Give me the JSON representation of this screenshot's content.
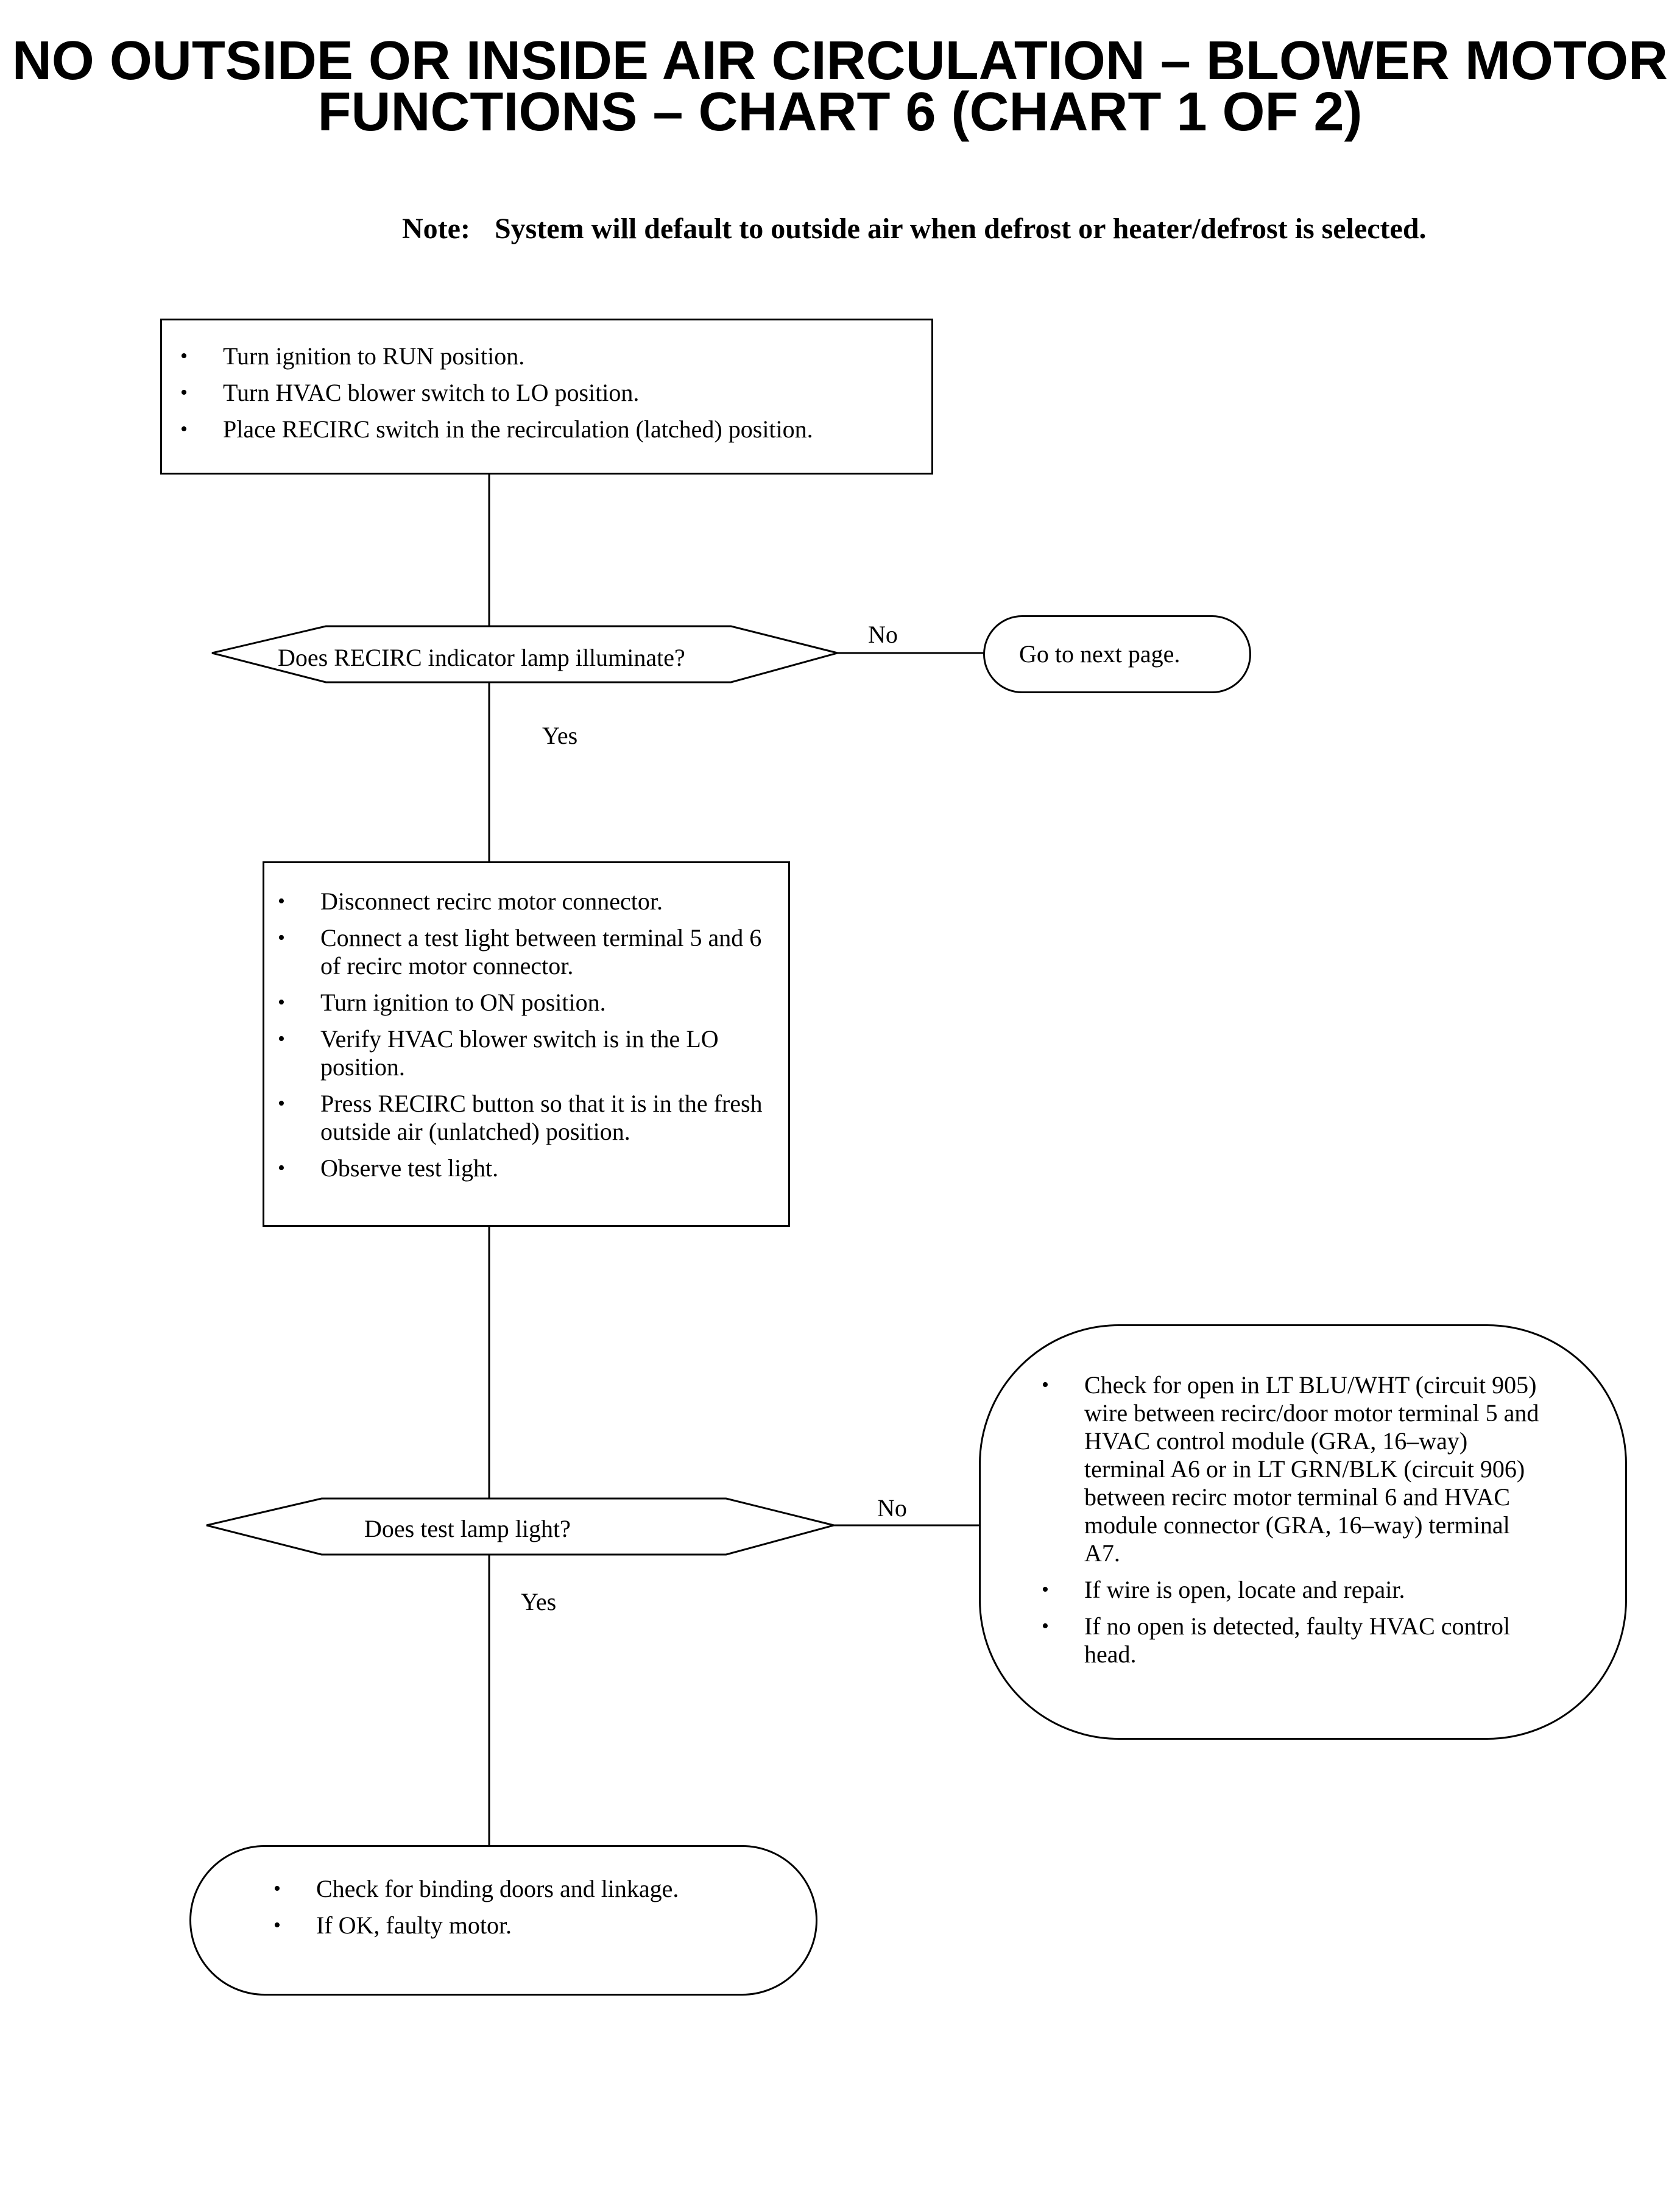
{
  "header": {
    "title_line1": "NO OUTSIDE OR INSIDE AIR CIRCULATION – BLOWER MOTOR",
    "title_line2": "FUNCTIONS – CHART 6 (CHART 1 OF 2)",
    "note_label": "Note:",
    "note_text": "System will default to outside air when defrost or heater/defrost is selected."
  },
  "flowchart": {
    "step1": {
      "items": [
        "Turn ignition to RUN position.",
        "Turn HVAC blower switch to LO position.",
        "Place RECIRC switch in the recirculation (latched) position."
      ]
    },
    "decision1": {
      "question": "Does RECIRC indicator lamp illuminate?",
      "no_label": "No",
      "yes_label": "Yes",
      "no_result": "Go to next page."
    },
    "step2": {
      "items": [
        "Disconnect recirc motor connector.",
        "Connect a test light between terminal 5 and 6 of recirc motor connector.",
        "Turn ignition to ON position.",
        "Verify HVAC blower switch is in the LO position.",
        "Press RECIRC button so that it is in the fresh outside air (unlatched) position.",
        "Observe test light."
      ]
    },
    "decision2": {
      "question": "Does test lamp light?",
      "no_label": "No",
      "yes_label": "Yes"
    },
    "no_result2": {
      "items": [
        "Check for open in LT BLU/WHT (circuit 905) wire between recirc/door motor terminal 5 and HVAC control module (GRA, 16–way) terminal A6 or in LT GRN/BLK (circuit 906) between recirc motor terminal 6 and HVAC module connector (GRA, 16–way) terminal A7.",
        "If wire is open, locate and repair.",
        "If no open is detected, faulty HVAC control head."
      ]
    },
    "yes_result2": {
      "items": [
        "Check for binding doors and linkage.",
        "If OK, faulty motor."
      ]
    }
  }
}
